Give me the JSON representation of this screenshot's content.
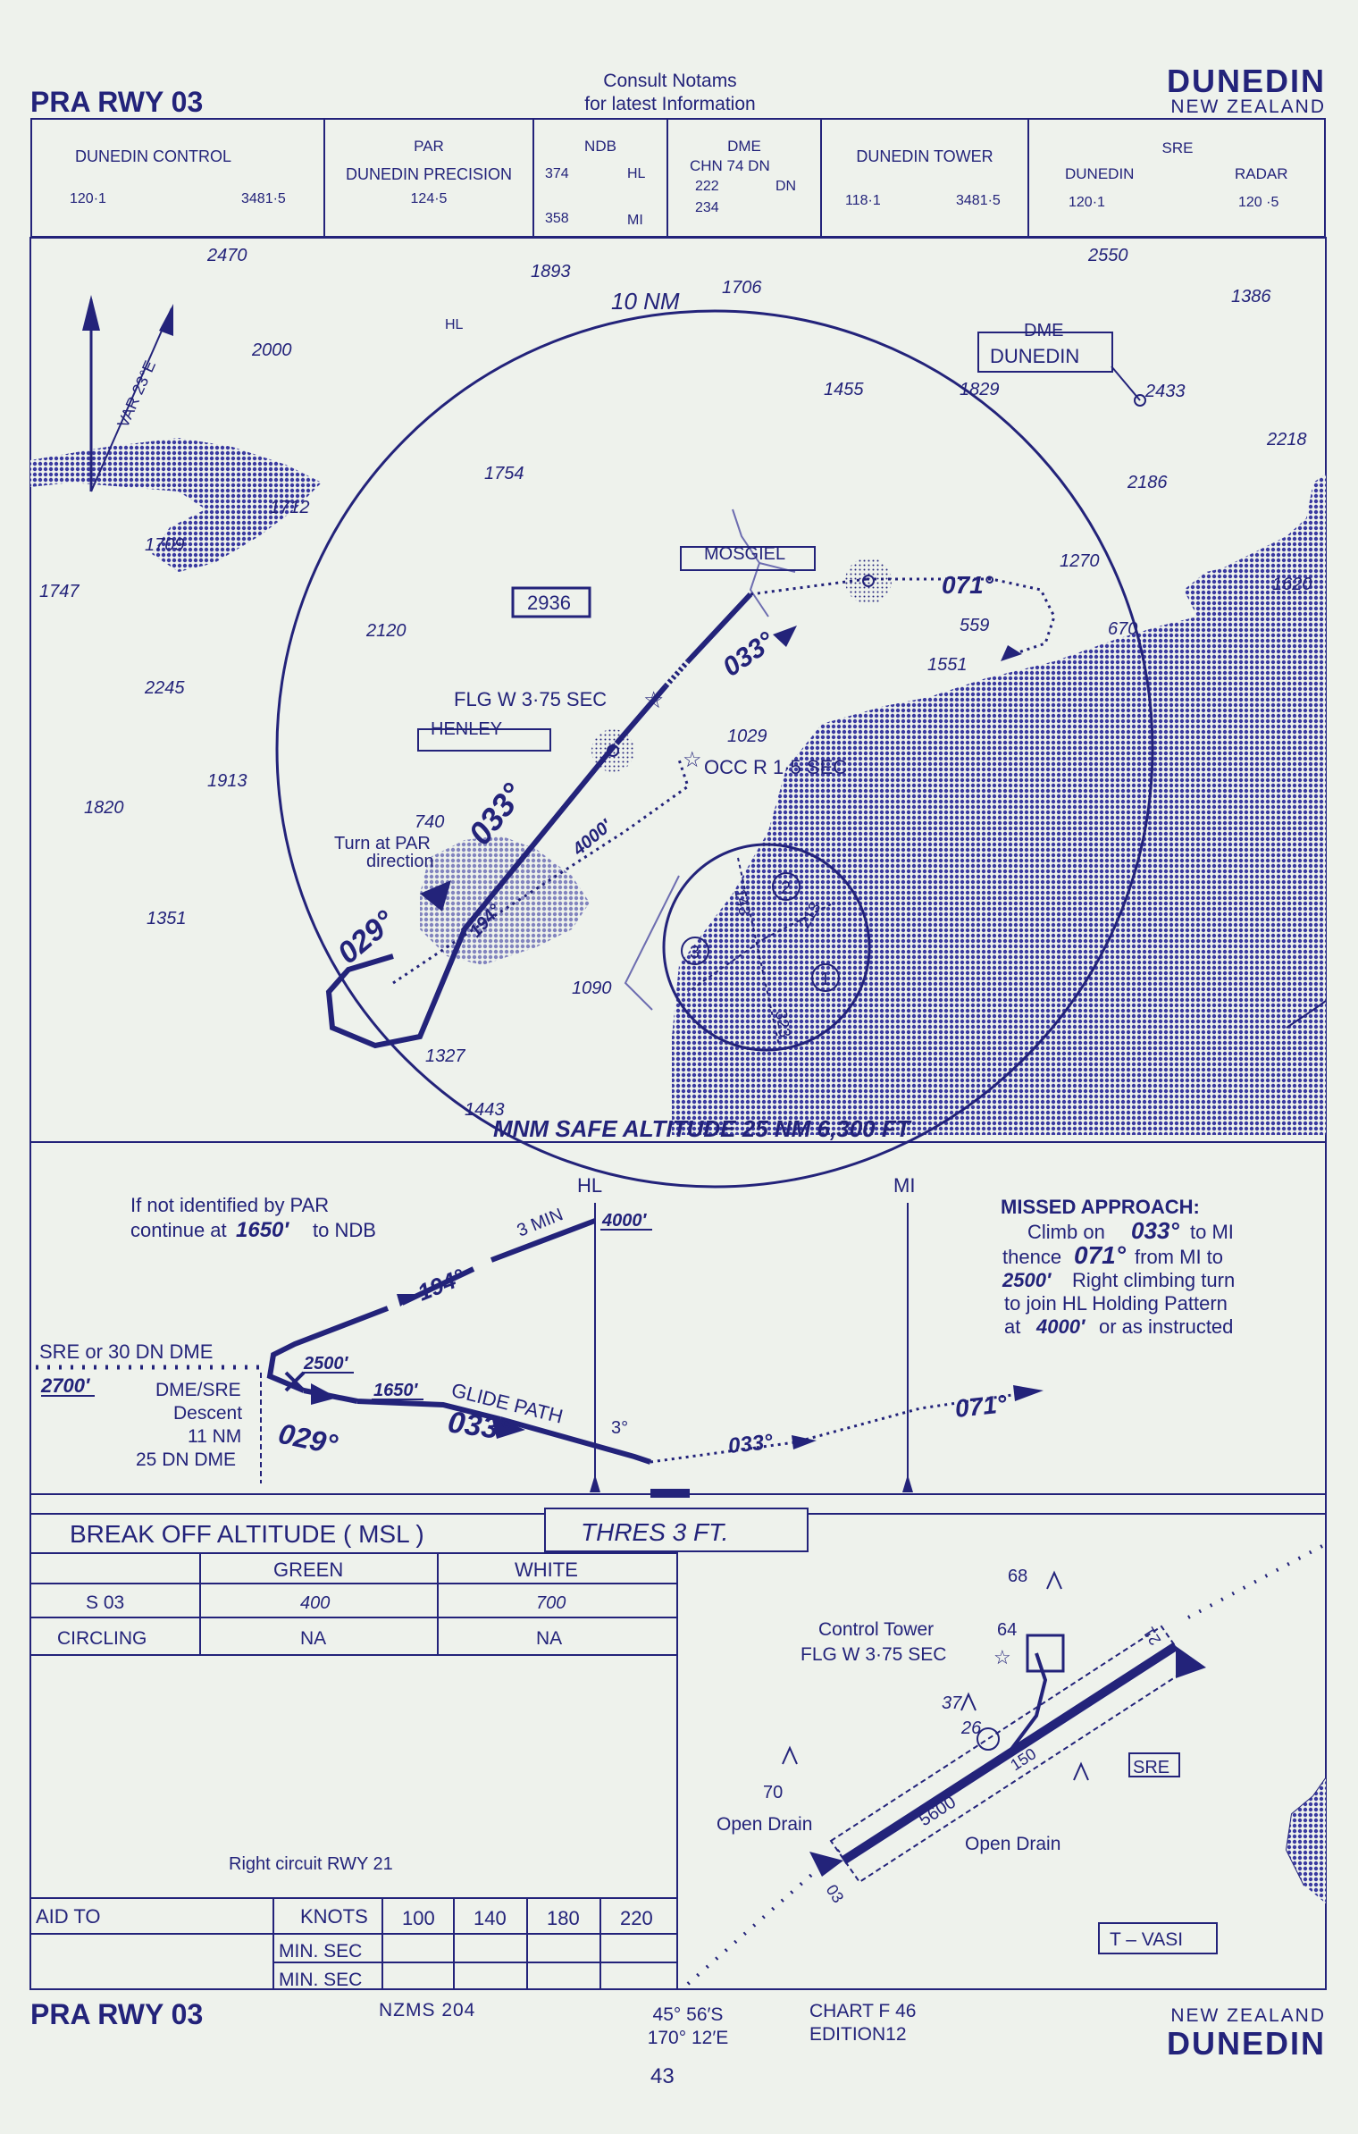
{
  "header": {
    "procedure_title": "PRA RWY 03",
    "notams_line1": "Consult  Notams",
    "notams_line2": "for latest  Information",
    "airport": "DUNEDIN",
    "country": "NEW ZEALAND"
  },
  "comms": {
    "control": {
      "name": "DUNEDIN  CONTROL",
      "freq1": "120·1",
      "freq2": "3481·5"
    },
    "par": {
      "label": "PAR",
      "name": "DUNEDIN  PRECISION",
      "freq": "124·5"
    },
    "ndb": {
      "label": "NDB",
      "f1": "374",
      "id1": "HL",
      "f2": "358",
      "id2": "MI"
    },
    "dme": {
      "label": "DME",
      "line1": "CHN  74  DN",
      "line2": "222",
      "line2b": "DN",
      "line3": "234"
    },
    "tower": {
      "name": "DUNEDIN TOWER",
      "freq1": "118·1",
      "freq2": "3481·5"
    },
    "sre": {
      "label": "SRE",
      "name": "DUNEDIN",
      "name2": "RADAR",
      "freq1": "120·1",
      "freq2": "120 ·5"
    }
  },
  "plan": {
    "var": "VAR  23°E",
    "ring": "10 NM",
    "hl_label": "HL",
    "dme_box": "DME",
    "dme_name": "DUNEDIN",
    "mosgiel": "MOSGIEL",
    "henley": "HENLEY",
    "flg_light": "FLG W 3·75 SEC",
    "occ_light": "OCC R 1·5 SEC",
    "turn_note1": "Turn at PAR",
    "turn_note2": "direction",
    "track_033a": "033°",
    "track_033b": "033°",
    "track_029": "029°",
    "track_194": "194°",
    "track_071": "071°",
    "alt_4000": "4000′",
    "safe_altitude": "MNM SAFE ALTITUDE 25 NM 6,300 FT",
    "sector_143": "143",
    "sector_213": "213",
    "sector_323": "323",
    "sector_1": "1",
    "sector_2": "2",
    "sector_3": "3",
    "elev_box": "2936",
    "spots": {
      "s2470": "2470",
      "s1893": "1893",
      "s1706": "1706",
      "s2550": "2550",
      "s1386": "1386",
      "s2000": "2000",
      "s1455": "1455",
      "s1829": "1829",
      "s2433": "2433",
      "s2218": "2218",
      "s1754": "1754",
      "s2186": "2186",
      "s1712": "1712",
      "s1709": "1709",
      "s1747": "1747",
      "s1270": "1270",
      "s1620": "1620",
      "s2120": "2120",
      "s559": "559",
      "s670": "670",
      "s1551": "1551",
      "s2245": "2245",
      "s1029": "1029",
      "s1913": "1913",
      "s1820": "1820",
      "s740": "740",
      "s1351": "1351",
      "s1090": "1090",
      "s1327": "1327",
      "s1443": "1443"
    }
  },
  "profile": {
    "hl": "HL",
    "mi": "MI",
    "not_identified1": "If not identified by PAR",
    "not_identified2a": "continue at",
    "not_identified2b": "1650′",
    "not_identified2c": "to NDB",
    "three_min": "3  MIN",
    "alt_4000": "4000′",
    "track_194": "194°",
    "sre_dme": "SRE or 30 DN DME",
    "alt_2700": "2700′",
    "alt_2500": "2500′",
    "alt_1650": "1650′",
    "descent1": "DME/SRE",
    "descent2": "Descent",
    "descent3": "11 NM",
    "descent4": "25 DN DME",
    "track_029": "029°",
    "track_033": "033°",
    "glide_path": "GLIDE PATH",
    "gp_angle": "3°",
    "track_033b": "033°",
    "track_071": "071°",
    "missed_title": "MISSED APPROACH:",
    "missed_l1a": "Climb  on",
    "missed_l1b": "033°",
    "missed_l1c": "to  MI",
    "missed_l2a": "thence",
    "missed_l2b": "071°",
    "missed_l2c": "from  MI  to",
    "missed_l3a": "2500′",
    "missed_l3b": "Right  climbing  turn",
    "missed_l4": "to  join HL Holding Pattern",
    "missed_l5a": "at",
    "missed_l5b": "4000′",
    "missed_l5c": "or  as  instructed"
  },
  "minima": {
    "title": "BREAK  OFF  ALTITUDE  ( MSL )",
    "thres": "THRES    3   FT.",
    "col_green": "GREEN",
    "col_white": "WHITE",
    "rows": [
      {
        "label": "S  03",
        "green": "400",
        "white": "700"
      },
      {
        "label": "CIRCLING",
        "green": "NA",
        "white": "NA"
      }
    ],
    "circuit_note": "Right  circuit  RWY  21"
  },
  "timing": {
    "aid": "AID TO",
    "knots": "KNOTS",
    "speeds": [
      "100",
      "140",
      "180",
      "220"
    ],
    "row1": "MIN. SEC",
    "row2": "MIN. SEC"
  },
  "aerodrome": {
    "elev68": "68",
    "tower": "Control Tower",
    "tower_elev": "64",
    "flg": "FLG W 3·75 SEC",
    "e37": "37",
    "e26": "26",
    "e70": "70",
    "sre": "SRE",
    "open_drain_l": "Open Drain",
    "open_drain_r": "Open Drain",
    "rwy_len": "5600",
    "rwy_wid": "150",
    "rwy_03": "03",
    "rwy_21": "21",
    "vasi": "T – VASI"
  },
  "footer": {
    "title": "PRA RWY 03",
    "nzms": "NZMS  204",
    "lat": "45° 56′S",
    "lon": "170° 12′E",
    "chart": "CHART  F 46",
    "edition": "EDITION12",
    "country": "NEW  ZEALAND",
    "airport": "DUNEDIN",
    "page": "43"
  }
}
